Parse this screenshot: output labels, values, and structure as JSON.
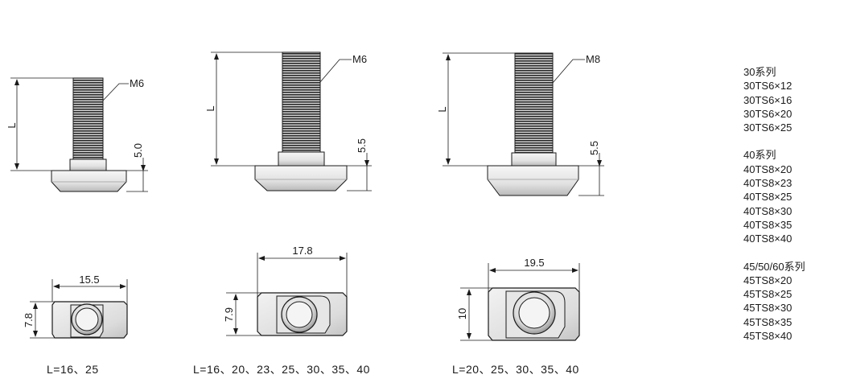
{
  "bolts": [
    {
      "thread_label": "M6",
      "length_label": "L",
      "head_height_label": "5.0",
      "width_label": "15.5",
      "height_label": "7.8",
      "lengths_caption": "L=16、25"
    },
    {
      "thread_label": "M6",
      "length_label": "L",
      "head_height_label": "5.5",
      "width_label": "17.8",
      "height_label": "7.9",
      "lengths_caption": "L=16、20、23、25、30、35、40"
    },
    {
      "thread_label": "M8",
      "length_label": "L",
      "head_height_label": "5.5",
      "width_label": "19.5",
      "height_label": "10",
      "lengths_caption": "L=20、25、30、35、40"
    }
  ],
  "series_groups": [
    {
      "title": "30系列",
      "items": [
        "30TS6×12",
        "30TS6×16",
        "30TS6×20",
        "30TS6×25"
      ]
    },
    {
      "title": "40系列",
      "items": [
        "40TS8×20",
        "40TS8×23",
        "40TS8×25",
        "40TS8×30",
        "40TS8×35",
        "40TS8×40"
      ]
    },
    {
      "title": "45/50/60系列",
      "items": [
        "45TS8×20",
        "45TS8×25",
        "45TS8×30",
        "45TS8×35",
        "45TS8×40"
      ]
    }
  ],
  "colors": {
    "line": "#1a1a1a",
    "thread_dark": "#2a2a2a",
    "metal_light": "#eeeeee",
    "metal_mid": "#b0b0b0"
  }
}
